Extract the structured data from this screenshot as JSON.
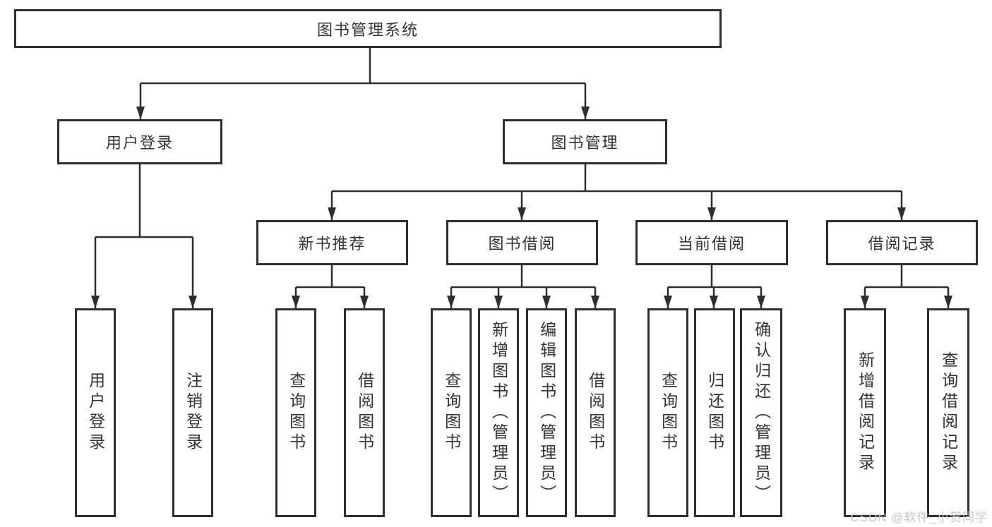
{
  "colors": {
    "line": "#2e2e2e",
    "box_border": "#2e2e2e",
    "text": "#333333",
    "watermark": "#c6c6c6",
    "background": "#ffffff"
  },
  "watermark": {
    "text": "CSDN @软件_小贺同学"
  },
  "tree": {
    "root": {
      "label": "图书管理系统"
    },
    "branches": [
      {
        "label": "用户登录",
        "children": [
          "用户登录",
          "注销登录"
        ]
      },
      {
        "label": "图书管理",
        "groups": [
          {
            "label": "新书推荐",
            "children": [
              "查询图书",
              "借阅图书"
            ]
          },
          {
            "label": "图书借阅",
            "children": [
              "查询图书",
              "新增图书（管理员）",
              "编辑图书（管理员）",
              "借阅图书"
            ]
          },
          {
            "label": "当前借阅",
            "children": [
              "查询图书",
              "归还图书",
              "确认归还（管理员）"
            ]
          },
          {
            "label": "借阅记录",
            "children": [
              "新增借阅记录",
              "查询借阅记录"
            ]
          }
        ]
      }
    ]
  }
}
